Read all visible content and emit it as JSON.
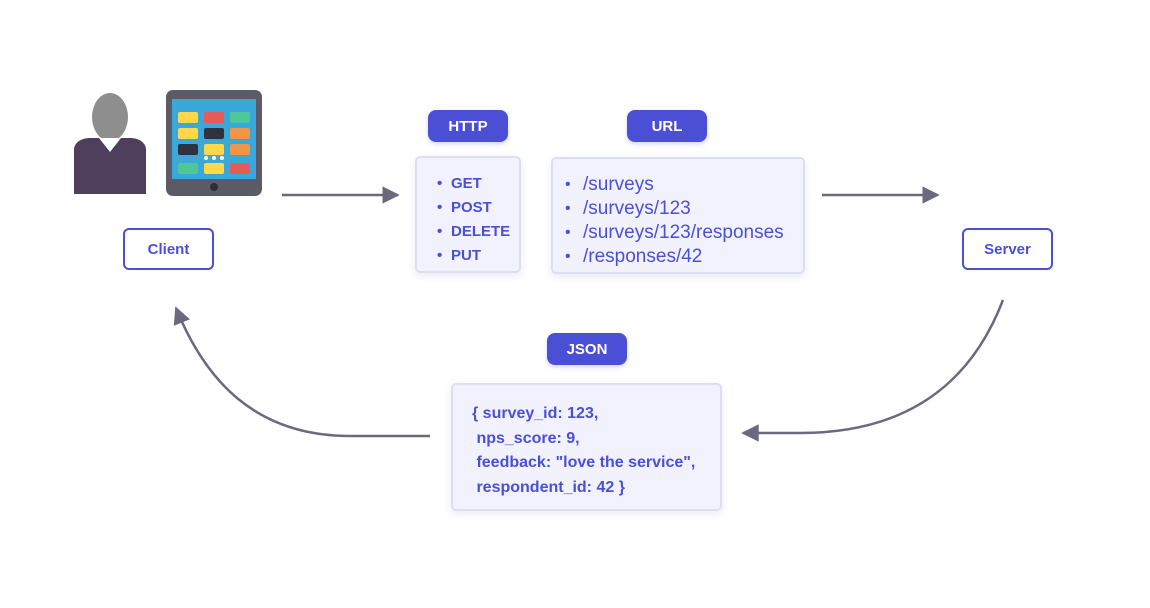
{
  "client": {
    "label": "Client"
  },
  "server": {
    "label": "Server"
  },
  "http": {
    "tag": "HTTP",
    "methods": [
      "GET",
      "POST",
      "DELETE",
      "PUT"
    ]
  },
  "url": {
    "tag": "URL",
    "paths": [
      "/surveys",
      "/surveys/123",
      "/surveys/123/responses",
      "/responses/42"
    ]
  },
  "json": {
    "tag": "JSON",
    "lines": [
      "{ survey_id: 123,",
      " nps_score: 9,",
      " feedback: \"love the service\",",
      " respondent_id: 42 }"
    ]
  },
  "colors": {
    "accent": "#4a4fd6",
    "arrow": "#6b6980",
    "person_head": "#8e8e8e",
    "person_body": "#4e3f5c",
    "tablet_frame": "#5b5b66",
    "tablet_screen": "#3aa9d9"
  },
  "icons": [
    "person-icon",
    "tablet-icon",
    "arrow-right-icon",
    "curved-arrow-icon"
  ]
}
